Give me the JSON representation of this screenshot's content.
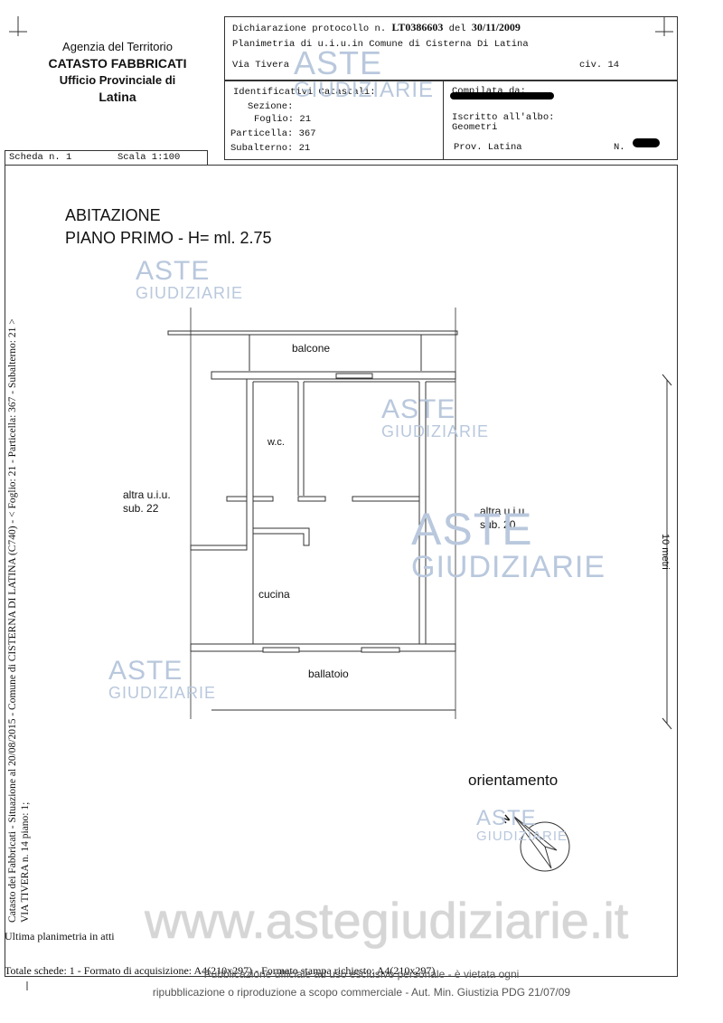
{
  "header": {
    "agency_line1": "Agenzia del Territorio",
    "agency_line2": "CATASTO FABBRICATI",
    "agency_line3": "Ufficio Provinciale di",
    "agency_line4": "Latina",
    "protocol_label": "Dichiarazione protocollo n.",
    "protocol_number": "LT0386603",
    "protocol_del": "del",
    "protocol_date": "30/11/2009",
    "planimetria": "Planimetria di u.i.u.in Comune di Cisterna Di Latina",
    "address": "Via Tivera",
    "civ": "civ. 14",
    "identificativi": "Identificativi Catastali:",
    "sezione": "Sezione:",
    "foglio": "Foglio: 21",
    "particella": "Particella: 367",
    "subalterno": "Subalterno: 21",
    "compilata": "Compilata da:",
    "iscritto": "Iscritto all'albo:",
    "geometri": "Geometri",
    "prov": "Prov. Latina",
    "n_label": "N."
  },
  "scheda": {
    "scheda": "Scheda n. 1",
    "scala": "Scala 1:100"
  },
  "side_text": {
    "line1": "Catasto dei Fabbricati - Situazione al 20/08/2015 - Comune di CISTERNA DI LATINA (C740) - < Foglio: 21 - Particella: 367 - Subalterno: 21 >",
    "line2": "VIA TIVERA n. 14 piano: 1;"
  },
  "plan": {
    "title1": "ABITAZIONE",
    "title2": "PIANO PRIMO - H= ml. 2.75",
    "balcone": "balcone",
    "wc": "w.c.",
    "cucina": "cucina",
    "ballatoio": "ballatoio",
    "altra_left_1": "altra u.i.u.",
    "altra_left_2": "sub. 22",
    "altra_right_1": "altra u.i.u.",
    "altra_right_2": "sub. 20",
    "scale_label": "10 metri",
    "orientamento": "orientamento",
    "north": "N"
  },
  "footer": {
    "ultima": "Ultima planimetria in atti",
    "totale": "Totale schede: 1 - Formato di acquisizione: A4(210x297) - Formato stampa richiesto: A4(210x297)",
    "pub1": "Pubblicazione ufficiale ad uso esclusivo personale - è vietata ogni",
    "pub2": "ripubblicazione o riproduzione a scopo commerciale - Aut. Min. Giustizia PDG 21/07/09"
  },
  "watermark": {
    "aste": "ASTE",
    "giudiziarie": "GIUDIZIARIE",
    "site": "www.astegiudiziarie.it"
  }
}
